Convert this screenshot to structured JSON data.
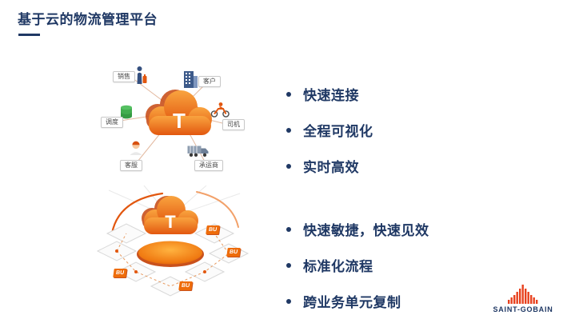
{
  "slide": {
    "title": "基于云的物流管理平台"
  },
  "colors": {
    "navy": "#1f3864",
    "orange": "#ee6c0a",
    "orange_dark": "#c9511c",
    "green": "#42ad4e",
    "brand_red": "#e8421f"
  },
  "diagram_top": {
    "cloud_label": "T",
    "nodes": [
      "销售",
      "客户",
      "调度",
      "司机",
      "客服",
      "承运商"
    ]
  },
  "benefits_top": {
    "items": [
      "快速连接",
      "全程可视化",
      "实时高效"
    ]
  },
  "diagram_bottom": {
    "cloud_label": "T",
    "bu_tags": [
      "BU",
      "BU",
      "BU",
      "BU"
    ]
  },
  "benefits_bottom": {
    "items": [
      "快速敏捷，快速见效",
      "标准化流程",
      "跨业务单元复制"
    ]
  },
  "footer": {
    "brand": "SAINT-GOBAIN"
  },
  "icons": {
    "sales": "person-traveler-icon",
    "customer": "building-icon",
    "dispatch": "database-icon",
    "driver": "motorbike-rider-icon",
    "service": "support-agent-icon",
    "carrier": "truck-icon",
    "cloud": "cloud-icon",
    "platform": "platform-disc-icon",
    "brand": "skyline-icon"
  }
}
